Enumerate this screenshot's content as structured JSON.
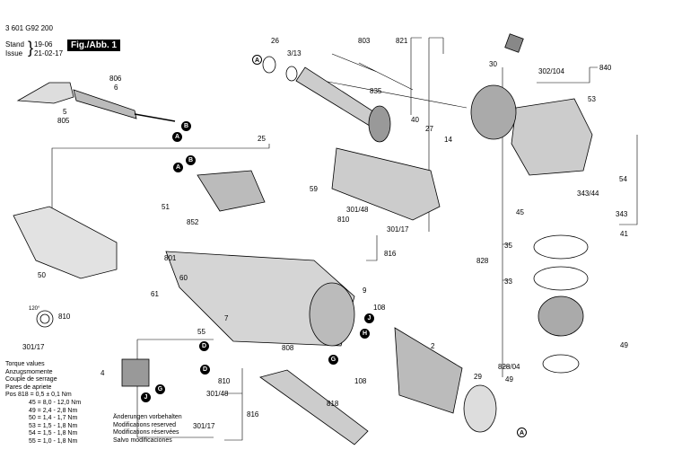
{
  "header": {
    "doc_number": "3 601 G92 200",
    "stand_label": "Stand",
    "issue_label": "Issue",
    "stand_date": "19-06",
    "issue_date": "21-02-17",
    "figure_label": "Fig./Abb. 1"
  },
  "torque_values": {
    "lines": [
      "Torque values",
      "Anzugsmomente",
      "Couple de serrage",
      "Pares de apriete"
    ],
    "rows": [
      {
        "pos": "Pos 818",
        "value": "= 0,5 ± 0,1 Nm"
      },
      {
        "pos": "45",
        "value": "= 8,0 - 12,0 Nm"
      },
      {
        "pos": "49",
        "value": "= 2,4 - 2,8 Nm"
      },
      {
        "pos": "50",
        "value": "= 1,4 - 1,7 Nm"
      },
      {
        "pos": "53",
        "value": "= 1,5 - 1,8 Nm"
      },
      {
        "pos": "54",
        "value": "= 1,5 - 1,8 Nm"
      },
      {
        "pos": "55",
        "value": "= 1,0 - 1,8 Nm"
      }
    ]
  },
  "notice": {
    "lines": [
      "Änderungen vorbehalten",
      "Modifications reserved",
      "Modifications réservées",
      "Salvo modificaciones"
    ]
  },
  "parts": {
    "p26": "26",
    "p3_13": "3/13",
    "p803": "803",
    "p821": "821",
    "p30": "30",
    "p840": "840",
    "p302_104": "302/104",
    "p835": "835",
    "p806": "806",
    "p6": "6",
    "p5": "5",
    "p805": "805",
    "p40": "40",
    "p27": "27",
    "p14": "14",
    "p53": "53",
    "p25": "25",
    "p54": "54",
    "p343_44": "343/44",
    "p343": "343",
    "p45": "45",
    "p41": "41",
    "p828": "828",
    "p35": "35",
    "p33": "33",
    "p828_04": "828/04",
    "p49a": "49",
    "p49b": "49",
    "p51": "51",
    "p852": "852",
    "p59": "59",
    "p301_48a": "301/48",
    "p810a": "810",
    "p301_17a": "301/17",
    "p816a": "816",
    "p801": "801",
    "p60": "60",
    "p61": "61",
    "p50": "50",
    "p120": "120°",
    "p810b": "810",
    "p301_17b": "301/17",
    "p9": "9",
    "p7": "7",
    "p55": "55",
    "p808": "808",
    "p108a": "108",
    "p108b": "108",
    "p2": "2",
    "p29": "29",
    "p4": "4",
    "p810c": "810",
    "p301_48b": "301/48",
    "p301_17c": "301/17",
    "p816b": "816",
    "p818": "818"
  },
  "callouts": {
    "A": "A",
    "B": "B",
    "D": "D",
    "G": "G",
    "H": "H",
    "J": "J"
  }
}
